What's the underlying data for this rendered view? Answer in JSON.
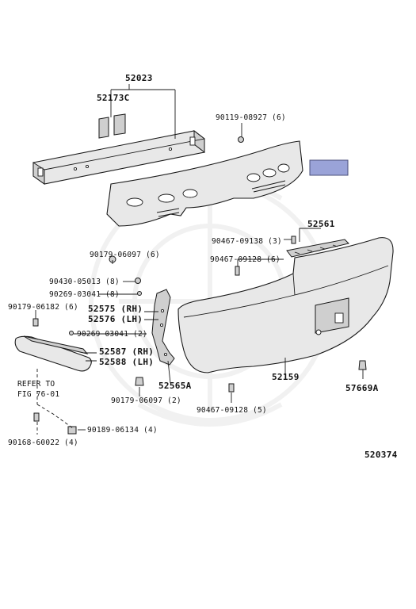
{
  "diagram": {
    "part_number": "520374",
    "highlight_color": "#9aa3d8",
    "reference_note": [
      "REFER TO",
      "FIG 76-01"
    ],
    "callouts": {
      "c52023": "52023",
      "c52173C": "52173C",
      "c90119_08927": "90119-08927 (6)",
      "c52561": "52561",
      "c90467_09138": "90467-09138 (3)",
      "c90467_09128a": "90467-09128 (6)",
      "c90179_06097a": "90179-06097 (6)",
      "c90430_05013": "90430-05013 (8)",
      "c90269_03041a": "90269-03041 (8)",
      "c90179_06182": "90179-06182 (6)",
      "c52575": "52575 (RH)",
      "c52576": "52576 (LH)",
      "c90269_03041b": "90269-03041 (2)",
      "c52587": "52587 (RH)",
      "c52588": "52588 (LH)",
      "c52565A": "52565A",
      "c52159": "52159",
      "c57669A": "57669A",
      "c90179_06097b": "90179-06097 (2)",
      "c90467_09128b": "90467-09128 (5)",
      "c90168_60022": "90168-60022 (4)",
      "c90189_06134": "90189-06134 (4)"
    }
  }
}
